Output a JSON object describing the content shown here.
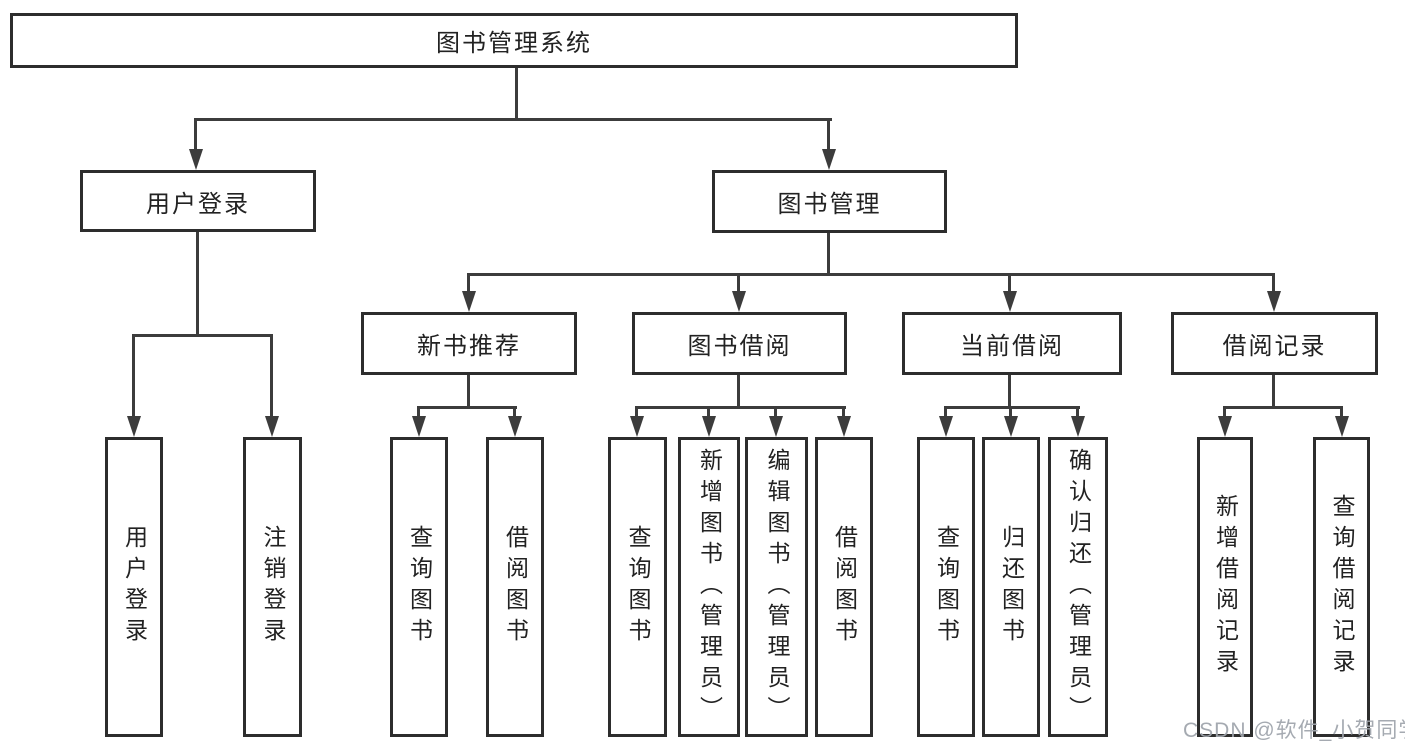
{
  "tree": {
    "root": {
      "label": "图书管理系统",
      "children": [
        {
          "label": "用户登录",
          "children": [
            {
              "label": "用户登录"
            },
            {
              "label": "注销登录"
            }
          ]
        },
        {
          "label": "图书管理",
          "children": [
            {
              "label": "新书推荐",
              "children": [
                {
                  "label": "查询图书"
                },
                {
                  "label": "借阅图书"
                }
              ]
            },
            {
              "label": "图书借阅",
              "children": [
                {
                  "label": "查询图书"
                },
                {
                  "label": "新增图书（管理员）"
                },
                {
                  "label": "编辑图书（管理员）"
                },
                {
                  "label": "借阅图书"
                }
              ]
            },
            {
              "label": "当前借阅",
              "children": [
                {
                  "label": "查询图书"
                },
                {
                  "label": "归还图书"
                },
                {
                  "label": "确认归还（管理员）"
                }
              ]
            },
            {
              "label": "借阅记录",
              "children": [
                {
                  "label": "新增借阅记录"
                },
                {
                  "label": "查询借阅记录"
                }
              ]
            }
          ]
        }
      ]
    }
  },
  "watermark": {
    "text": "CSDN @软件_小贺同学"
  },
  "colors": {
    "box_border": "#2d2d2d",
    "connector_line": "#3c3c3c",
    "text": "#222222",
    "background": "#ffffff",
    "watermark": "#a0a5ad"
  }
}
